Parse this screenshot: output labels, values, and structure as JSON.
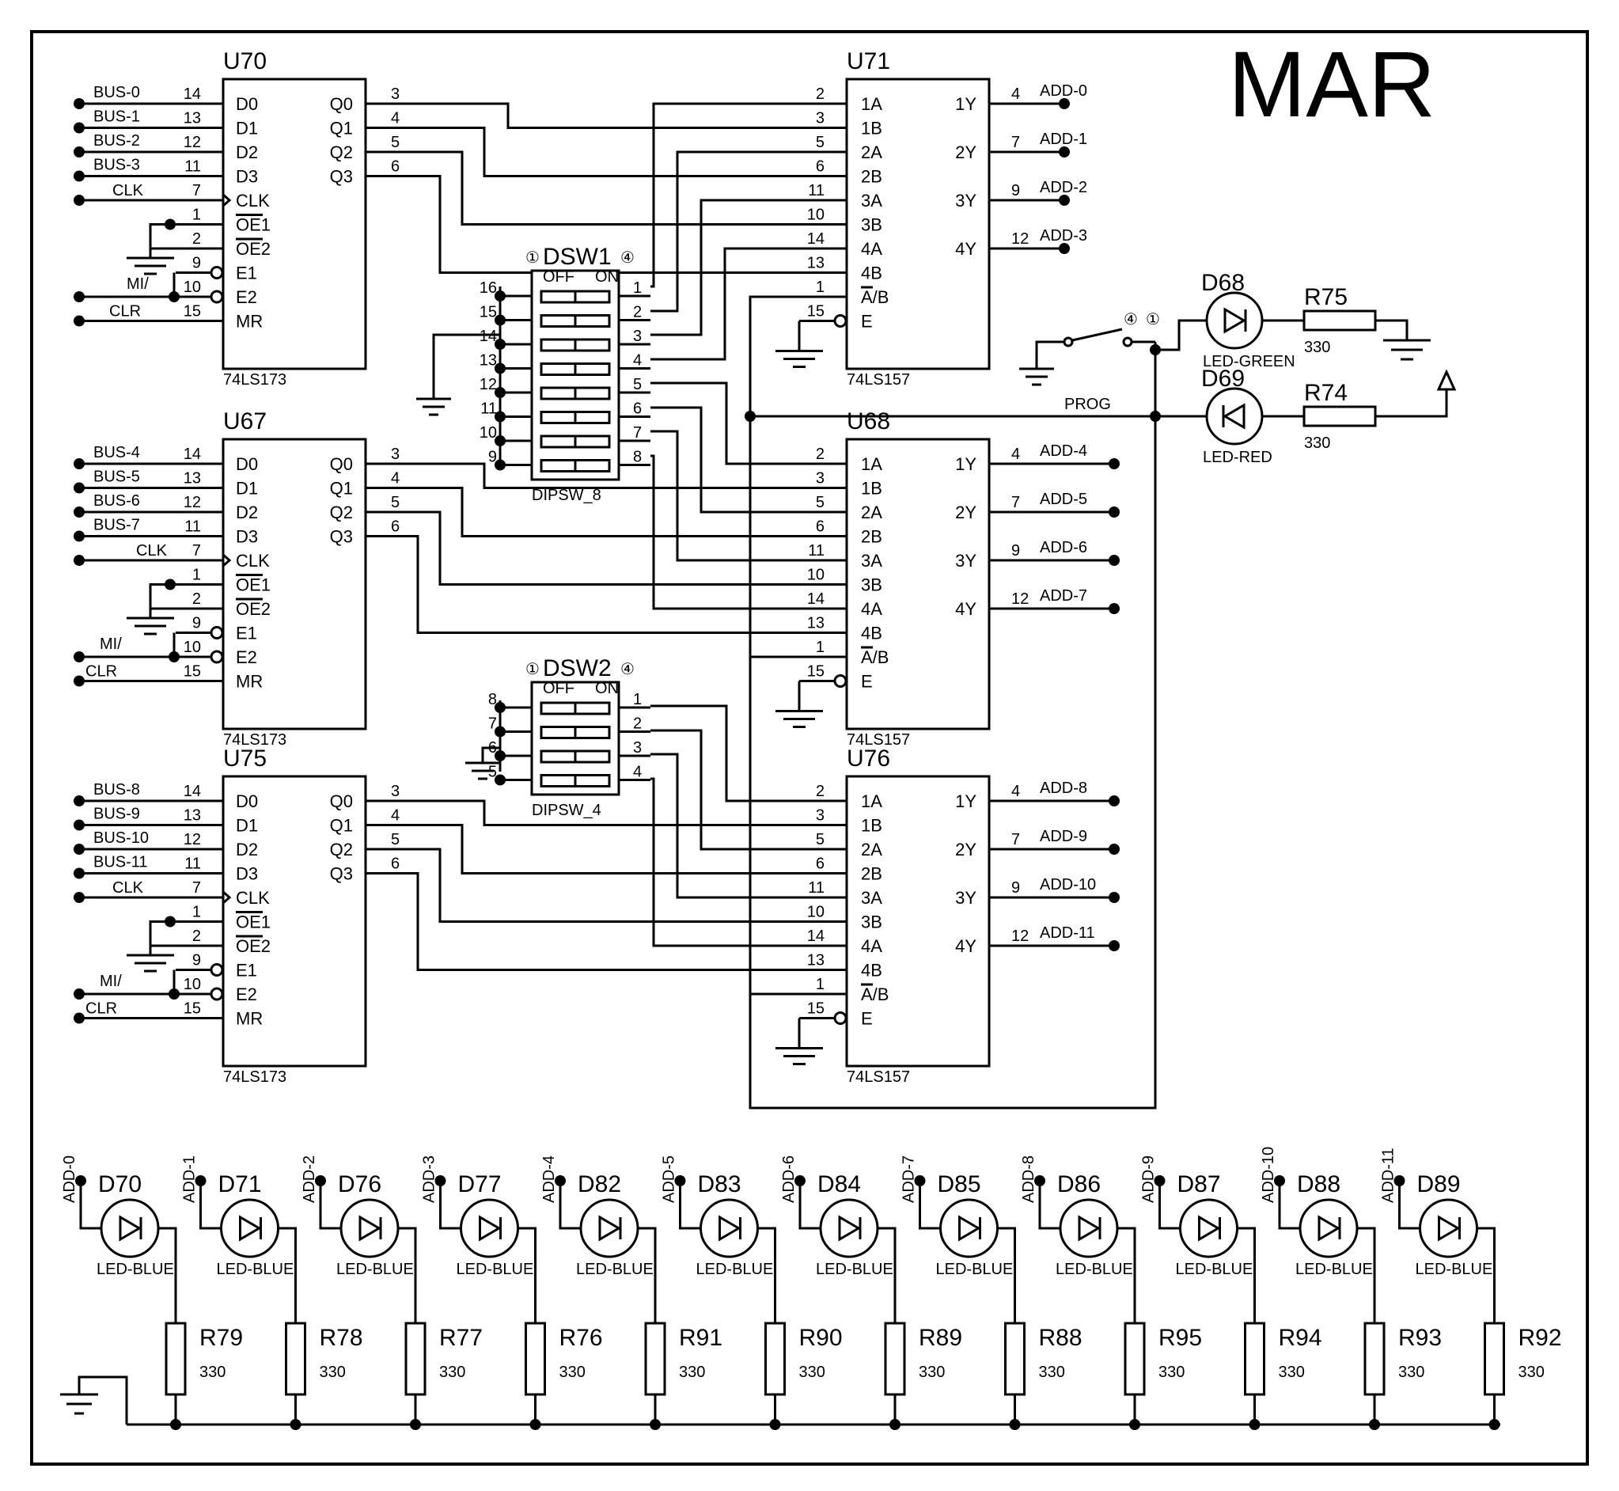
{
  "title": "MAR",
  "registers": [
    {
      "ref": "U70",
      "type": "74LS173",
      "inputs": [
        "BUS-0",
        "BUS-1",
        "BUS-2",
        "BUS-3"
      ]
    },
    {
      "ref": "U67",
      "type": "74LS173",
      "inputs": [
        "BUS-4",
        "BUS-5",
        "BUS-6",
        "BUS-7"
      ]
    },
    {
      "ref": "U75",
      "type": "74LS173",
      "inputs": [
        "BUS-8",
        "BUS-9",
        "BUS-10",
        "BUS-11"
      ]
    }
  ],
  "reg_pins_left": [
    {
      "num": "14",
      "name": "D0"
    },
    {
      "num": "13",
      "name": "D1"
    },
    {
      "num": "12",
      "name": "D2"
    },
    {
      "num": "11",
      "name": "D3"
    },
    {
      "num": "7",
      "name": "CLK"
    },
    {
      "num": "1",
      "name": "OE1"
    },
    {
      "num": "2",
      "name": "OE2"
    },
    {
      "num": "9",
      "name": "E1"
    },
    {
      "num": "10",
      "name": "E2"
    },
    {
      "num": "15",
      "name": "MR"
    }
  ],
  "reg_pins_right": [
    {
      "num": "3",
      "name": "Q0"
    },
    {
      "num": "4",
      "name": "Q1"
    },
    {
      "num": "5",
      "name": "Q2"
    },
    {
      "num": "6",
      "name": "Q3"
    }
  ],
  "reg_nets": {
    "clk": "CLK",
    "mi": "MI/",
    "clr": "CLR"
  },
  "muxes": [
    {
      "ref": "U71",
      "type": "74LS157",
      "outputs": [
        "ADD-0",
        "ADD-1",
        "ADD-2",
        "ADD-3"
      ]
    },
    {
      "ref": "U68",
      "type": "74LS157",
      "outputs": [
        "ADD-4",
        "ADD-5",
        "ADD-6",
        "ADD-7"
      ]
    },
    {
      "ref": "U76",
      "type": "74LS157",
      "outputs": [
        "ADD-8",
        "ADD-9",
        "ADD-10",
        "ADD-11"
      ]
    }
  ],
  "mux_pins_left": [
    {
      "num": "2",
      "name": "1A"
    },
    {
      "num": "3",
      "name": "1B"
    },
    {
      "num": "5",
      "name": "2A"
    },
    {
      "num": "6",
      "name": "2B"
    },
    {
      "num": "11",
      "name": "3A"
    },
    {
      "num": "10",
      "name": "3B"
    },
    {
      "num": "14",
      "name": "4A"
    },
    {
      "num": "13",
      "name": "4B"
    },
    {
      "num": "1",
      "name": "A/B"
    },
    {
      "num": "15",
      "name": "E"
    }
  ],
  "mux_pins_right": [
    {
      "num": "4",
      "name": "1Y"
    },
    {
      "num": "7",
      "name": "2Y"
    },
    {
      "num": "9",
      "name": "3Y"
    },
    {
      "num": "12",
      "name": "4Y"
    }
  ],
  "dip_switches": [
    {
      "ref": "DSW1",
      "type": "DIPSW_8",
      "left_pins": [
        "16",
        "15",
        "14",
        "13",
        "12",
        "11",
        "10",
        "9"
      ],
      "right_pins": [
        "1",
        "2",
        "3",
        "4",
        "5",
        "6",
        "7",
        "8"
      ],
      "off": "OFF",
      "on": "ON"
    },
    {
      "ref": "DSW2",
      "type": "DIPSW_4",
      "left_pins": [
        "8",
        "7",
        "6",
        "5"
      ],
      "right_pins": [
        "1",
        "2",
        "3",
        "4"
      ],
      "off": "OFF",
      "on": "ON"
    }
  ],
  "status_leds": [
    {
      "ref": "D68",
      "type": "LED-GREEN",
      "resistor": "R75",
      "value": "330"
    },
    {
      "ref": "D69",
      "type": "LED-RED",
      "resistor": "R74",
      "value": "330"
    }
  ],
  "prog_label": "PROG",
  "addr_leds": [
    {
      "net": "ADD-0",
      "ref": "D70",
      "type": "LED-BLUE",
      "res": "R79",
      "val": "330"
    },
    {
      "net": "ADD-1",
      "ref": "D71",
      "type": "LED-BLUE",
      "res": "R78",
      "val": "330"
    },
    {
      "net": "ADD-2",
      "ref": "D76",
      "type": "LED-BLUE",
      "res": "R77",
      "val": "330"
    },
    {
      "net": "ADD-3",
      "ref": "D77",
      "type": "LED-BLUE",
      "res": "R76",
      "val": "330"
    },
    {
      "net": "ADD-4",
      "ref": "D82",
      "type": "LED-BLUE",
      "res": "R91",
      "val": "330"
    },
    {
      "net": "ADD-5",
      "ref": "D83",
      "type": "LED-BLUE",
      "res": "R90",
      "val": "330"
    },
    {
      "net": "ADD-6",
      "ref": "D84",
      "type": "LED-BLUE",
      "res": "R89",
      "val": "330"
    },
    {
      "net": "ADD-7",
      "ref": "D85",
      "type": "LED-BLUE",
      "res": "R88",
      "val": "330"
    },
    {
      "net": "ADD-8",
      "ref": "D86",
      "type": "LED-BLUE",
      "res": "R95",
      "val": "330"
    },
    {
      "net": "ADD-9",
      "ref": "D87",
      "type": "LED-BLUE",
      "res": "R94",
      "val": "330"
    },
    {
      "net": "ADD-10",
      "ref": "D88",
      "type": "LED-BLUE",
      "res": "R93",
      "val": "330"
    },
    {
      "net": "ADD-11",
      "ref": "D89",
      "type": "LED-BLUE",
      "res": "R92",
      "val": "330"
    }
  ]
}
